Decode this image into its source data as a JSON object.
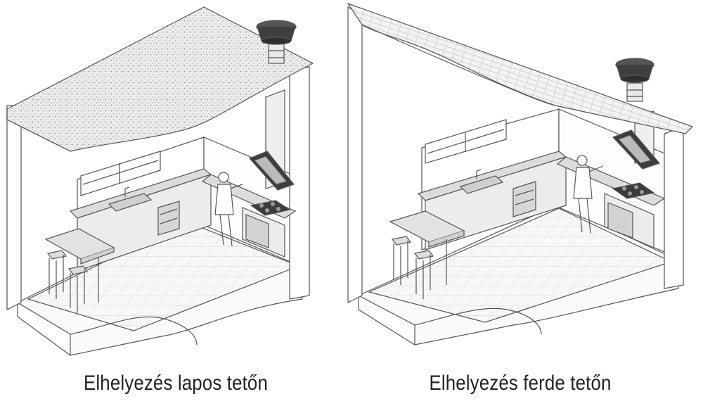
{
  "panels": [
    {
      "id": "flat-roof",
      "caption": "Elhelyezés lapos tetőn"
    },
    {
      "id": "pitched-roof",
      "caption": "Elhelyezés ferde tetőn"
    }
  ],
  "colors": {
    "line": "#555555",
    "wall": "#ffffff",
    "floor": "#f4f4f4",
    "cabinet": "#e8e8e8",
    "countertop": "#dcdcdc",
    "roof_texture": "#d9d9d9",
    "vent_cap": "#4a4a4a"
  },
  "icons": [
    "roof-vent-icon",
    "range-hood-icon",
    "cooktop-icon",
    "sink-icon",
    "bar-stool-icon",
    "person-icon"
  ]
}
